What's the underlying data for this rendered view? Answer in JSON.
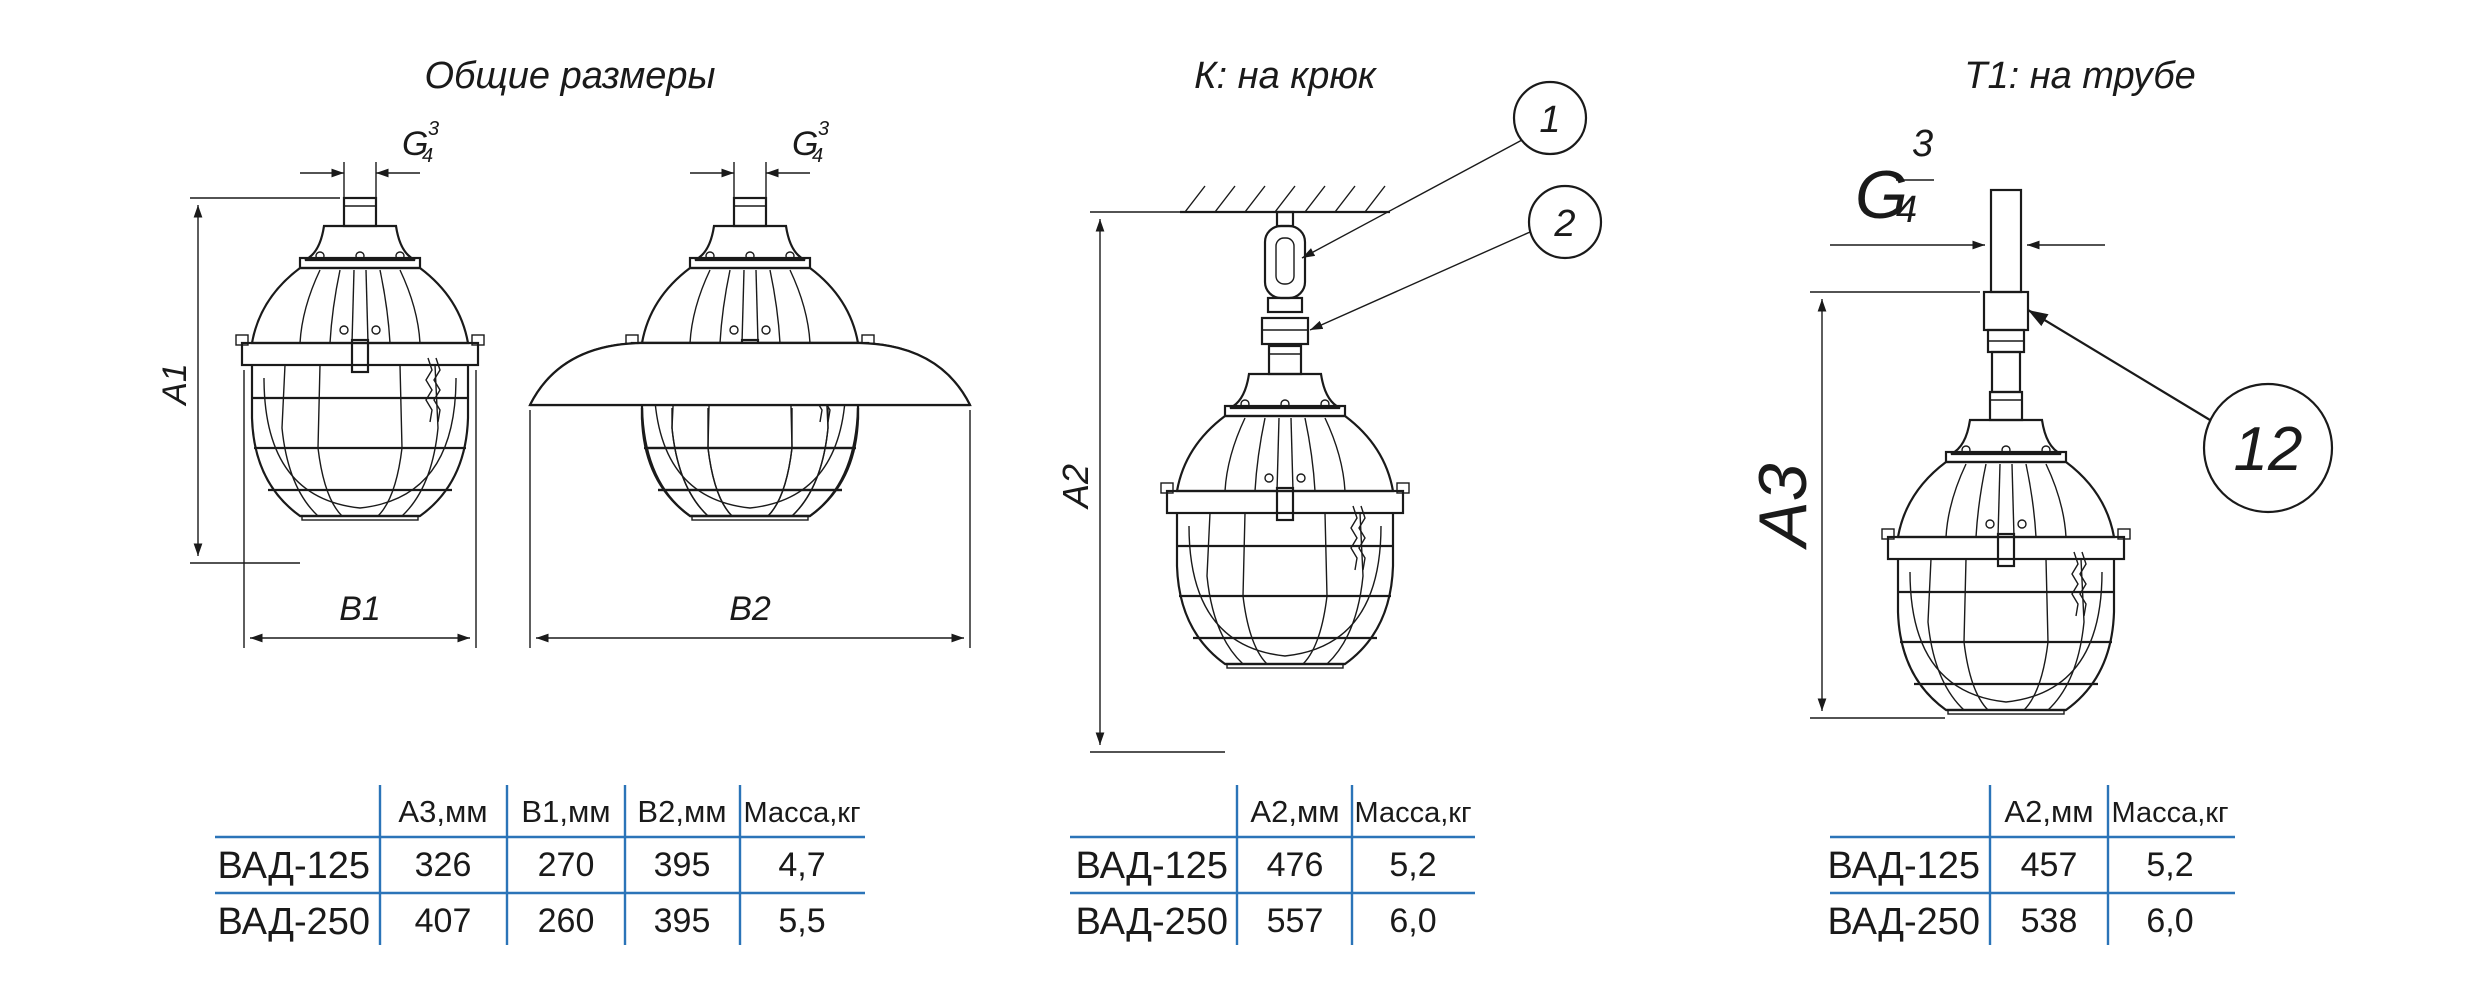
{
  "views": {
    "general": {
      "title": "Общие размеры",
      "thread": "G",
      "thread_num": "3",
      "thread_den": "4",
      "dim_a": "A1",
      "dim_b1": "B1",
      "dim_b2": "B2"
    },
    "hook": {
      "title": "К: на крюк",
      "dim_a": "A2",
      "callout_1": "1",
      "callout_2": "2"
    },
    "pipe": {
      "title": "Т1: на трубе",
      "thread": "G",
      "thread_num": "3",
      "thread_den": "4",
      "dim_a": "A3",
      "callout_12": "12"
    }
  },
  "table_general": {
    "headers": [
      "",
      "А3,мм",
      "В1,мм",
      "В2,мм",
      "Масса,кг"
    ],
    "rows": [
      [
        "ВАД-125",
        "326",
        "270",
        "395",
        "4,7"
      ],
      [
        "ВАД-250",
        "407",
        "260",
        "395",
        "5,5"
      ]
    ]
  },
  "table_hook": {
    "headers": [
      "",
      "А2,мм",
      "Масса,кг"
    ],
    "rows": [
      [
        "ВАД-125",
        "476",
        "5,2"
      ],
      [
        "ВАД-250",
        "557",
        "6,0"
      ]
    ]
  },
  "table_pipe": {
    "headers": [
      "",
      "А2,мм",
      "Масса,кг"
    ],
    "rows": [
      [
        "ВАД-125",
        "457",
        "5,2"
      ],
      [
        "ВАД-250",
        "538",
        "6,0"
      ]
    ]
  },
  "colors": {
    "line": "#1a1a1a",
    "table_rule": "#2b74b8",
    "background": "#ffffff"
  }
}
